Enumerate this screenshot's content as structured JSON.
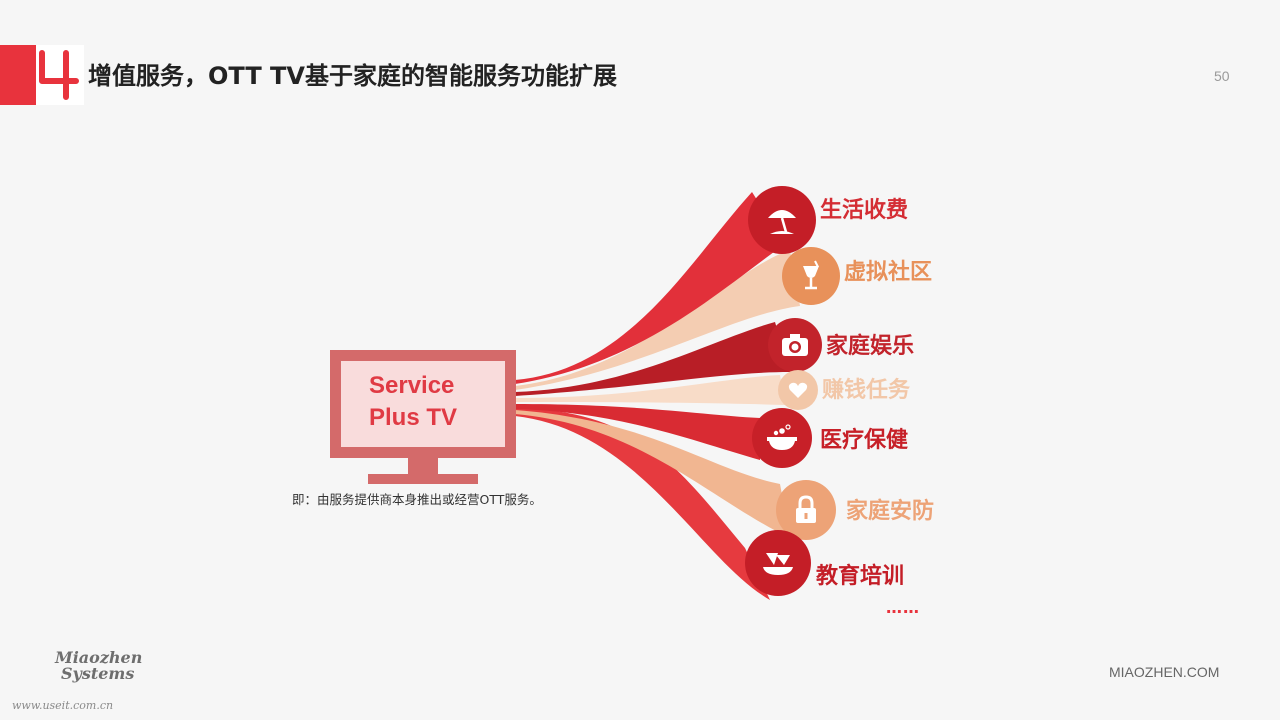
{
  "header": {
    "numeral": "4",
    "title": "增值服务，OTT TV基于家庭的智能服务功能扩展",
    "page_number": "50"
  },
  "tv": {
    "line1": "Service",
    "line2": "Plus TV",
    "caption": "即：由服务提供商本身推出或经营OTT服务。"
  },
  "services": [
    {
      "label": "生活收费",
      "icon": "beach-umbrella-icon",
      "color": "#d42d34"
    },
    {
      "label": "虚拟社区",
      "icon": "cocktail-icon",
      "color": "#e8915a"
    },
    {
      "label": "家庭娱乐",
      "icon": "camera-icon",
      "color": "#c2232b"
    },
    {
      "label": "赚钱任务",
      "icon": "heart-icon",
      "color": "#f2c7a8"
    },
    {
      "label": "医疗保健",
      "icon": "bathtub-icon",
      "color": "#c72028"
    },
    {
      "label": "家庭安防",
      "icon": "padlock-icon",
      "color": "#eda377"
    },
    {
      "label": "教育培训",
      "icon": "nachos-icon",
      "color": "#c41e27"
    }
  ],
  "more": "……",
  "footer": {
    "logo_line1": "Miaozhen",
    "logo_line2": "Systems",
    "watermark": "www.useit.com.cn",
    "site": "MIAOZHEN.COM"
  }
}
